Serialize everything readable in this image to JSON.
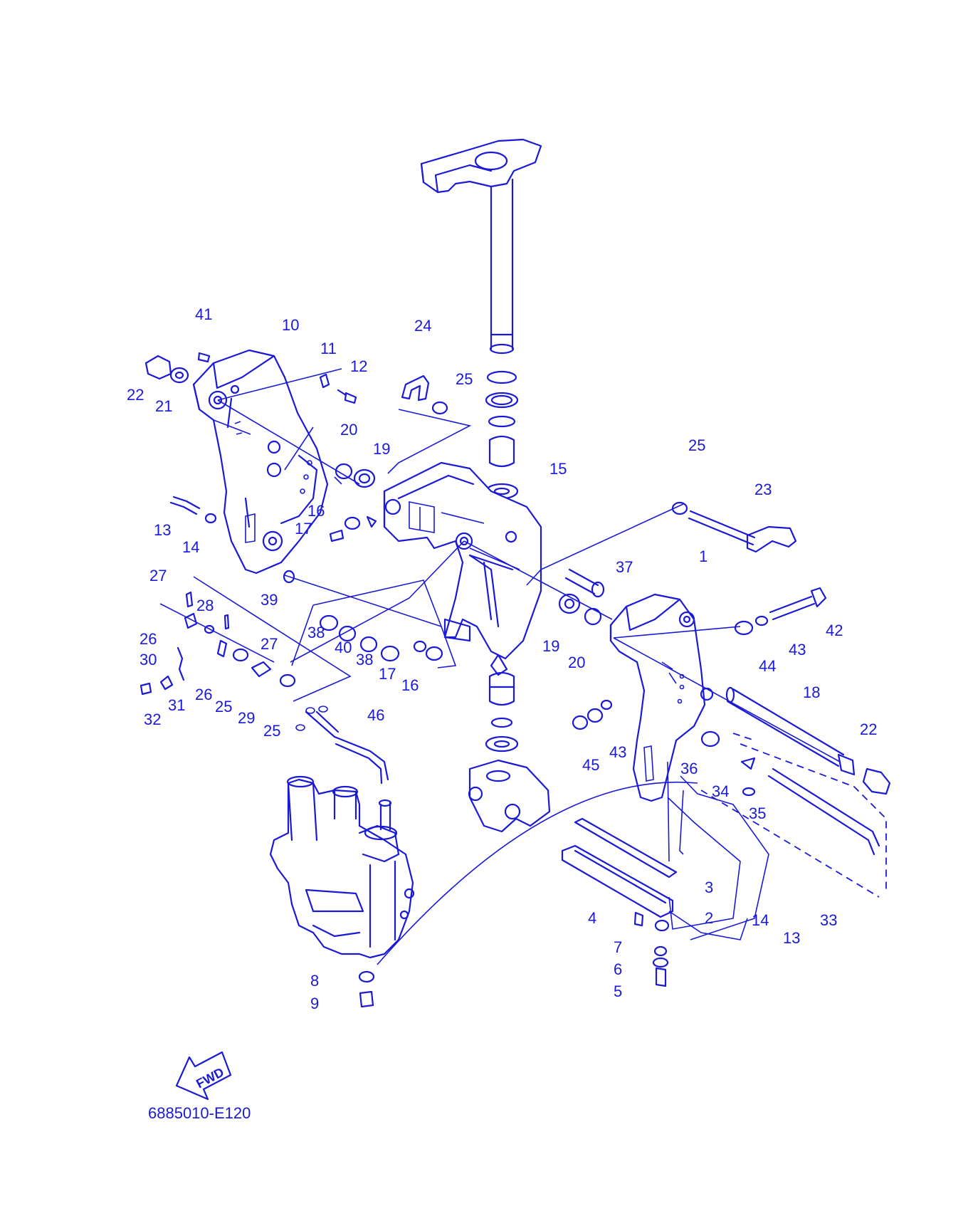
{
  "diagram": {
    "part_code": "6885010-E120",
    "direction_marker": "FWD",
    "colors": {
      "ink": "#1a1ad6",
      "background": "#ffffff"
    },
    "callouts": [
      "1",
      "2",
      "3",
      "4",
      "5",
      "6",
      "7",
      "8",
      "9",
      "10",
      "11",
      "12",
      "13",
      "13",
      "14",
      "14",
      "15",
      "16",
      "16",
      "17",
      "17",
      "18",
      "19",
      "19",
      "20",
      "20",
      "21",
      "22",
      "22",
      "23",
      "24",
      "25",
      "25",
      "25",
      "25",
      "26",
      "26",
      "27",
      "27",
      "28",
      "29",
      "30",
      "31",
      "32",
      "33",
      "34",
      "35",
      "36",
      "37",
      "38",
      "38",
      "39",
      "40",
      "41",
      "42",
      "43",
      "43",
      "44",
      "45",
      "46"
    ]
  }
}
